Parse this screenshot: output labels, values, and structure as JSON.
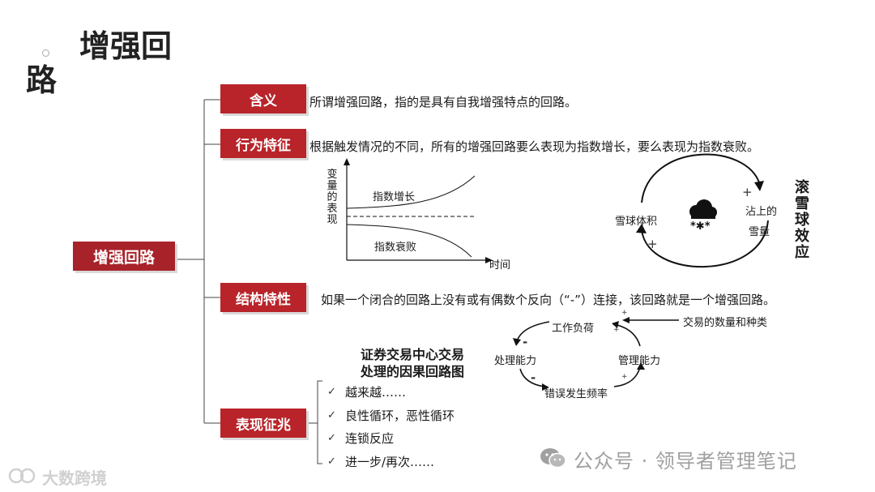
{
  "title": {
    "line1": "增强回",
    "line2": "路"
  },
  "root": {
    "label": "增强回路"
  },
  "branches": [
    {
      "label": "含义",
      "text": "所谓增强回路，指的是具有自我增强特点的回路。"
    },
    {
      "label": "行为特征",
      "text": "根据触发情况的不同，所有的增强回路要么表现为指数增长，要么表现为指数衰败。"
    },
    {
      "label": "结构特性",
      "text": "如果一个闭合的回路上没有或有偶数个反向（“-”）连接，该回路就是一个增强回路。"
    },
    {
      "label": "表现征兆"
    }
  ],
  "behavior_chart": {
    "ylabel": "变量的表现",
    "xlabel": "时间",
    "growth_label": "指数增长",
    "decay_label": "指数衰败"
  },
  "snowball": {
    "title": "滚雪球效应",
    "left_label": "雪球体积",
    "right_label_1": "沾上的",
    "right_label_2": "雪量",
    "plus1": "+",
    "plus2": "+",
    "icon": "snow-cloud-icon"
  },
  "causal": {
    "title_1": "证券交易中心交易",
    "title_2": "处理的因果回路图",
    "workload": "工作负荷",
    "volume": "交易的数量和种类",
    "capacity": "处理能力",
    "management": "管理能力",
    "error_rate": "错误发生频率",
    "minus": "-",
    "plus": "+"
  },
  "symptoms": [
    "越来越……",
    "良性循环，恶性循环",
    "连锁反应",
    "进一步/再次……"
  ],
  "watermarks": {
    "wechat": "公众号 · 领导者管理笔记",
    "logo": "大数跨境"
  },
  "colors": {
    "accent": "#b8242a",
    "line": "#444444"
  }
}
